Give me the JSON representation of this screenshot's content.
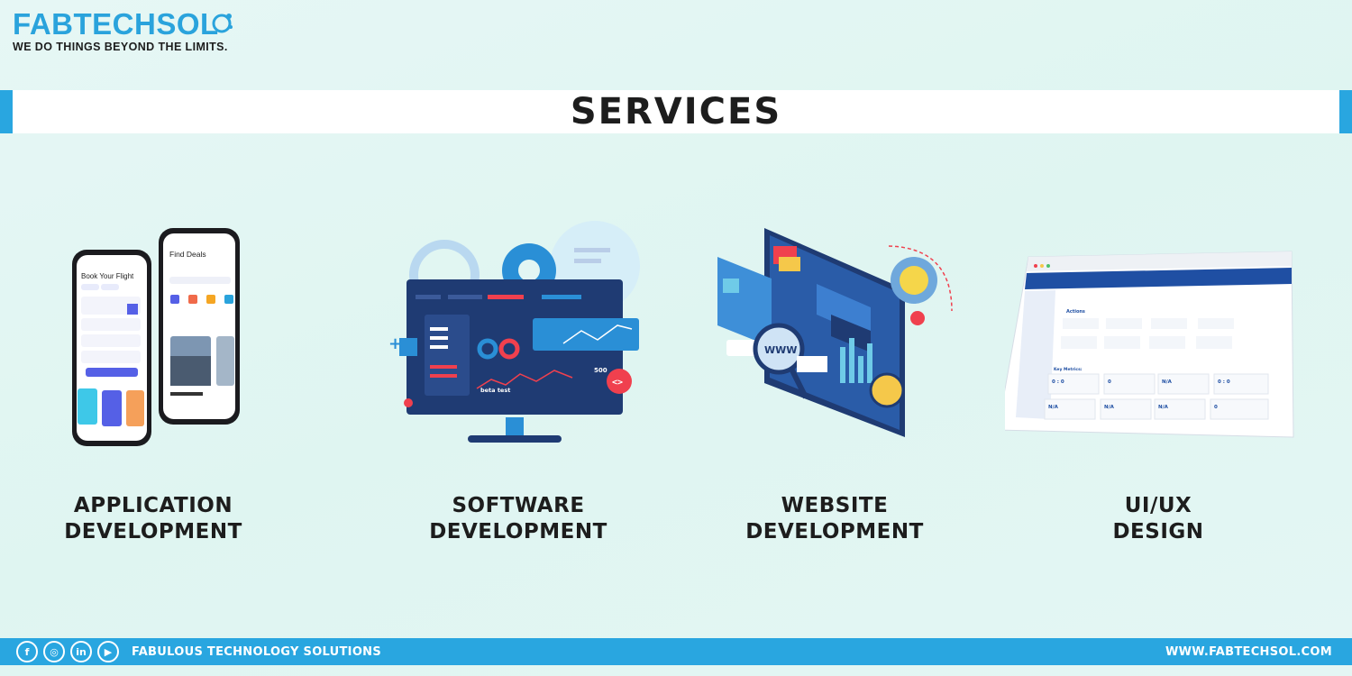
{
  "logo": {
    "name": "FABTECHSOL",
    "tagline": "WE DO THINGS BEYOND THE LIMITS."
  },
  "header": {
    "title": "SERVICES"
  },
  "services": [
    {
      "line1": "APPLICATION",
      "line2": "DEVELOPMENT",
      "icon": "mobile-app-illustration"
    },
    {
      "line1": "SOFTWARE",
      "line2": "DEVELOPMENT",
      "icon": "software-monitor-illustration"
    },
    {
      "line1": "WEBSITE",
      "line2": "DEVELOPMENT",
      "icon": "website-illustration"
    },
    {
      "line1": "UI/UX",
      "line2": "DESIGN",
      "icon": "dashboard-illustration"
    }
  ],
  "app_mockup": {
    "screen1_title": "Book Your Flight",
    "screen2_title": "Find Deals"
  },
  "software_mockup": {
    "value_label": "500",
    "beta_label": "beta test"
  },
  "website_mockup": {
    "www_label": "WWW"
  },
  "dashboard_mockup": {
    "section1": "Actions",
    "section2": "Key Metrics:",
    "metric_values": [
      "0 : 0",
      "0",
      "N/A",
      "0 : 0",
      "N/A",
      "N/A",
      "N/A",
      "0"
    ]
  },
  "footer": {
    "social": [
      "facebook-icon",
      "instagram-icon",
      "linkedin-icon",
      "youtube-icon"
    ],
    "social_glyphs": [
      "f",
      "◎",
      "in",
      "▶"
    ],
    "brand": "FABULOUS TECHNOLOGY SOLUTIONS",
    "website": "WWW.FABTECHSOL.COM"
  },
  "colors": {
    "accent": "#29a6e0",
    "navy": "#1f3b73",
    "background": "#e2f6f3",
    "red": "#f0404e"
  }
}
